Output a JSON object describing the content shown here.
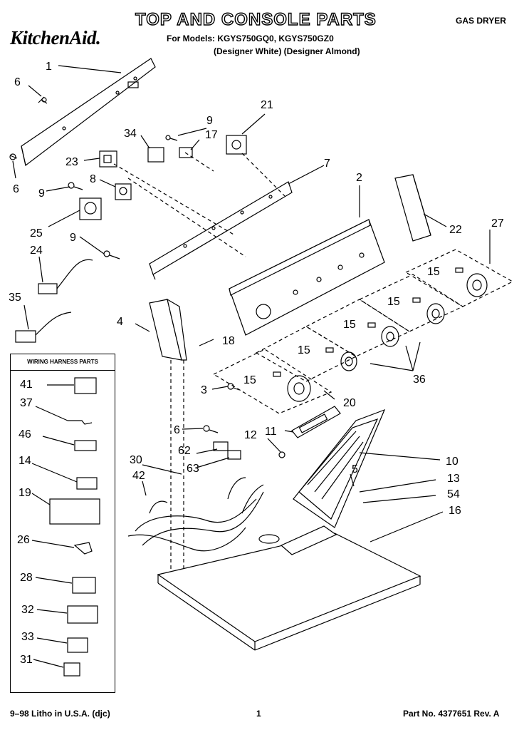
{
  "header": {
    "title": "TOP AND CONSOLE PARTS",
    "brand": "KitchenAid.",
    "product_type": "GAS DRYER",
    "models": "For Models: KGYS750GQ0, KGYS750GZ0",
    "variants": "(Designer White)  (Designer Almond)"
  },
  "harness_box": {
    "title": "WIRING HARNESS PARTS"
  },
  "footer": {
    "printing": "9–98 Litho in U.S.A. (djc)",
    "page": "1",
    "part_number": "Part No. 4377651 Rev. A"
  },
  "callouts": {
    "c1": "1",
    "c2": "2",
    "c3": "3",
    "c4": "4",
    "c5": "5",
    "c6a": "6",
    "c6b": "6",
    "c6c": "6",
    "c7": "7",
    "c8": "8",
    "c9a": "9",
    "c9b": "9",
    "c9c": "9",
    "c10": "10",
    "c11": "11",
    "c12": "12",
    "c13": "13",
    "c14": "14",
    "c15a": "15",
    "c15b": "15",
    "c15c": "15",
    "c15d": "15",
    "c15e": "15",
    "c16": "16",
    "c17": "17",
    "c18": "18",
    "c19": "19",
    "c20": "20",
    "c21": "21",
    "c22": "22",
    "c23": "23",
    "c24": "24",
    "c25": "25",
    "c26": "26",
    "c27": "27",
    "c28": "28",
    "c30": "30",
    "c31": "31",
    "c32": "32",
    "c33": "33",
    "c34": "34",
    "c35": "35",
    "c36": "36",
    "c37": "37",
    "c41": "41",
    "c42": "42",
    "c46": "46",
    "c54": "54",
    "c62": "62",
    "c63": "63"
  }
}
